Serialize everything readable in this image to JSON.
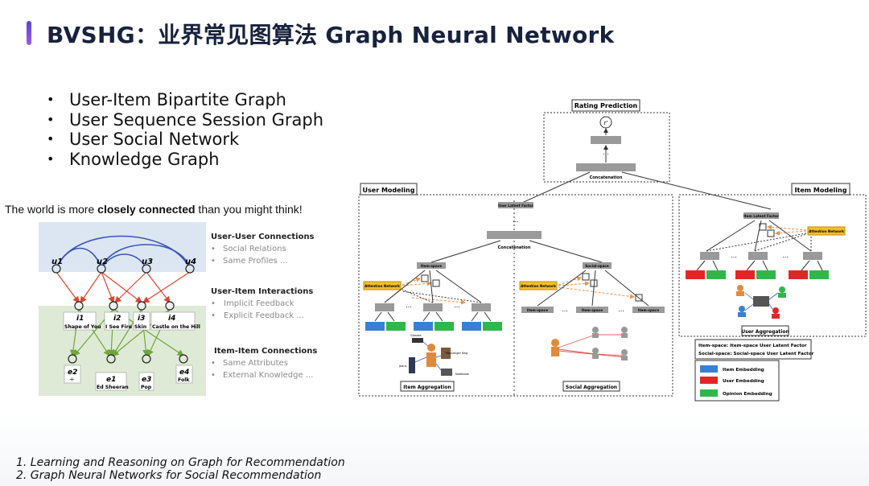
{
  "header": {
    "title": "BVSHG：业界常见图算法 Graph Neural Network"
  },
  "bullets": [
    "User-Item Bipartite Graph",
    "User Sequence Session Graph",
    "User Social Network",
    "Knowledge Graph"
  ],
  "tagline": {
    "pre": "The world is more ",
    "bold": "closely connected",
    "post": " than you might think!"
  },
  "left_diagram": {
    "users": [
      "u1",
      "u2",
      "u3",
      "u4"
    ],
    "items": [
      {
        "sym": "i1",
        "name": "Shape of You"
      },
      {
        "sym": "i2",
        "name": "I See Fire"
      },
      {
        "sym": "i3",
        "name": "Skin"
      },
      {
        "sym": "i4",
        "name": "Castle on the Hill"
      }
    ],
    "entities": [
      {
        "sym": "e2",
        "name": "÷"
      },
      {
        "sym": "e1",
        "name": "Ed Sheeran"
      },
      {
        "sym": "e3",
        "name": "Pop"
      },
      {
        "sym": "e4",
        "name": "Folk"
      }
    ],
    "legend": [
      {
        "title": "User-User Connections",
        "items": [
          "Social Relations",
          "Same Profiles ..."
        ]
      },
      {
        "title": "User-Item Interactions",
        "items": [
          "Implicit Feedback",
          "Explicit Feedback ..."
        ]
      },
      {
        "title": "Item-Item Connections",
        "items": [
          "Same Attributes",
          "External Knowledge ..."
        ]
      }
    ]
  },
  "right_diagram": {
    "rating_prediction": "Rating Prediction",
    "r_symbol": "r'",
    "concatenation": "Concatenation",
    "user_modeling": "User Modeling",
    "item_modeling": "Item Modeling",
    "user_latent_factor": "User Latent Factor",
    "item_latent_factor": "Item Latent Factor",
    "item_space": "Item-space",
    "social_space": "Social-space",
    "attention_network": "Attention Network",
    "item_aggregation": "Item Aggregation",
    "social_aggregation": "Social Aggregation",
    "user_aggregation": "User Aggregation",
    "dots": "...",
    "space_note_1": "Item-space: Item-space User Latent Factor",
    "space_note_2": "Social-space: Social-space User Latent Factor",
    "embedding_legend": [
      {
        "label": "Item Embedding",
        "color": "#3b7fd4"
      },
      {
        "label": "User Embedding",
        "color": "#e02727"
      },
      {
        "label": "Opinion Embedding",
        "color": "#2fb84a"
      }
    ],
    "item_labels": [
      "Glasses",
      "Messenger Bag",
      "Jeans",
      "Notebook"
    ]
  },
  "references": [
    "1. Learning and Reasoning on Graph for Recommendation",
    "2. Graph Neural Networks for Social Recommendation"
  ],
  "colors": {
    "accent": "#6a4de0",
    "title": "#17223d",
    "user_edge": "#e0432f",
    "item_edge": "#6fa63a",
    "social_arc": "#3a55b8"
  }
}
